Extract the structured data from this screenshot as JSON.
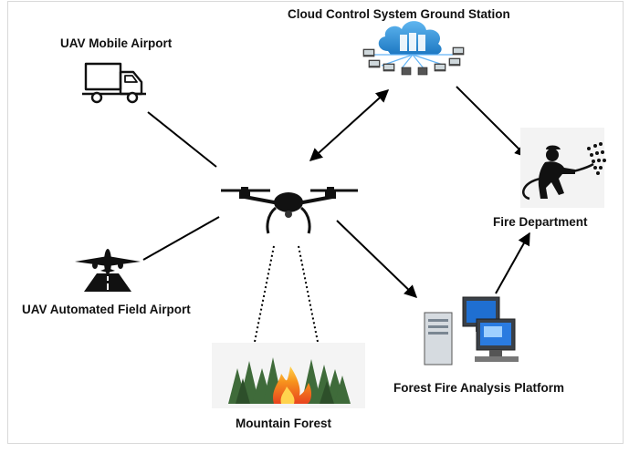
{
  "labels": {
    "cloud_station": "Cloud Control System Ground Station",
    "mobile_airport": "UAV Mobile Airport",
    "fire_department": "Fire Department",
    "field_airport": "UAV Automated Field Airport",
    "analysis_platform": "Forest Fire Analysis Platform",
    "mountain_forest": "Mountain Forest"
  },
  "icons": {
    "cloud": "cloud-server-icon",
    "truck": "truck-icon",
    "drone": "drone-icon",
    "firefighter": "firefighter-icon",
    "runway": "airplane-runway-icon",
    "computer": "computer-workstation-icon",
    "forest": "forest-fire-icon"
  },
  "colors": {
    "cloud": "#2f8fd6",
    "flame": "#f26522",
    "tree": "#3f6b3a"
  }
}
